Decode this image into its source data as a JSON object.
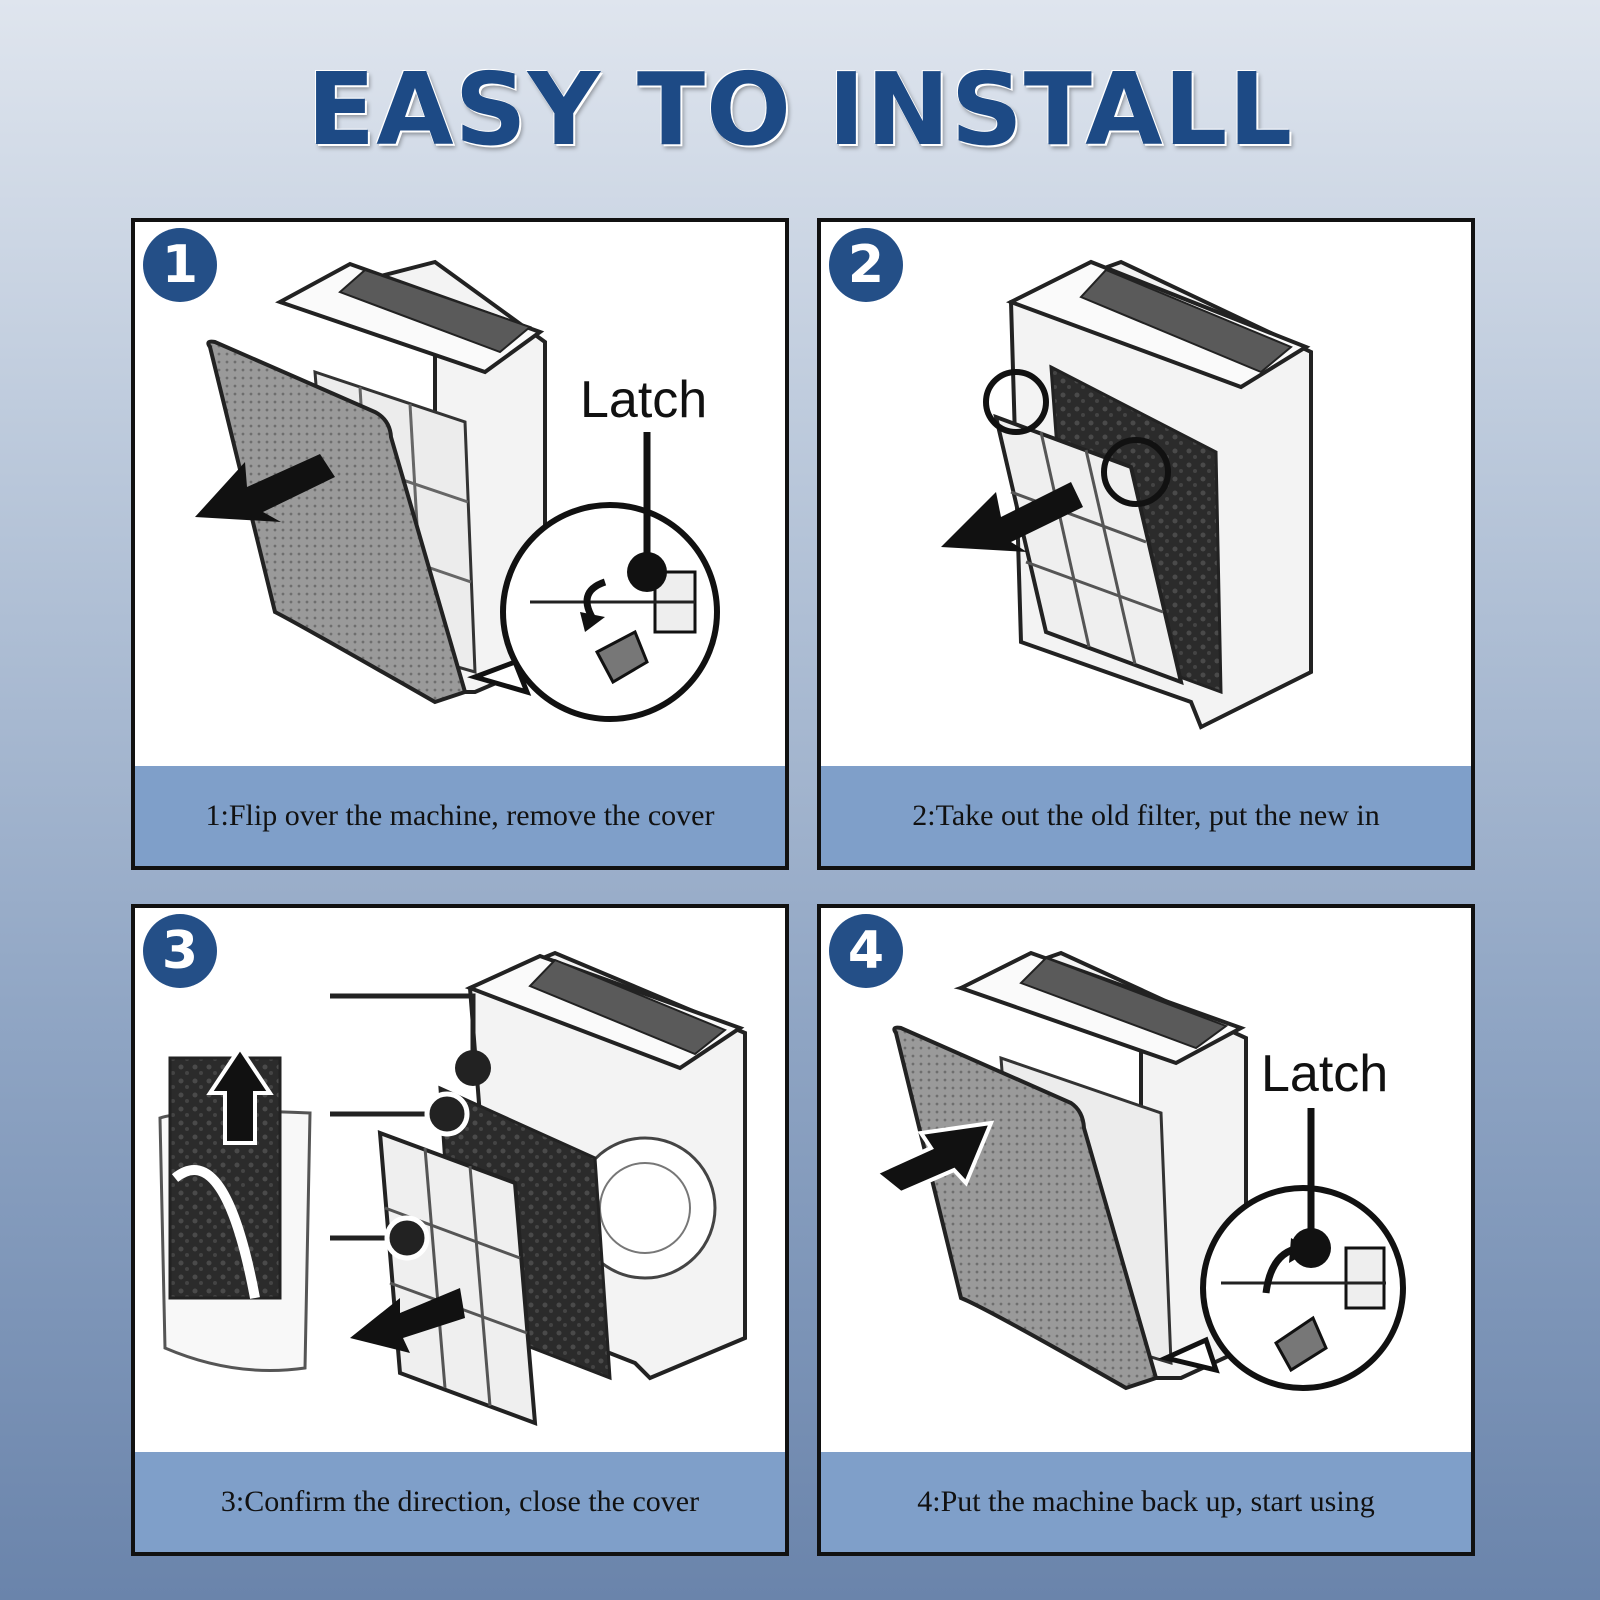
{
  "title": "EASY TO INSTALL",
  "steps": [
    {
      "number": "1",
      "caption": "1:Flip over the machine, remove the cover",
      "label": "Latch"
    },
    {
      "number": "2",
      "caption": "2:Take out the old filter, put the new in"
    },
    {
      "number": "3",
      "caption": "3:Confirm the direction, close the cover"
    },
    {
      "number": "4",
      "caption": "4:Put the machine back up, start using",
      "label": "Latch"
    }
  ],
  "colors": {
    "title": "#1d4a85",
    "badge": "#244f87",
    "caption_bar": "#7f9fc9",
    "border": "#111111"
  }
}
